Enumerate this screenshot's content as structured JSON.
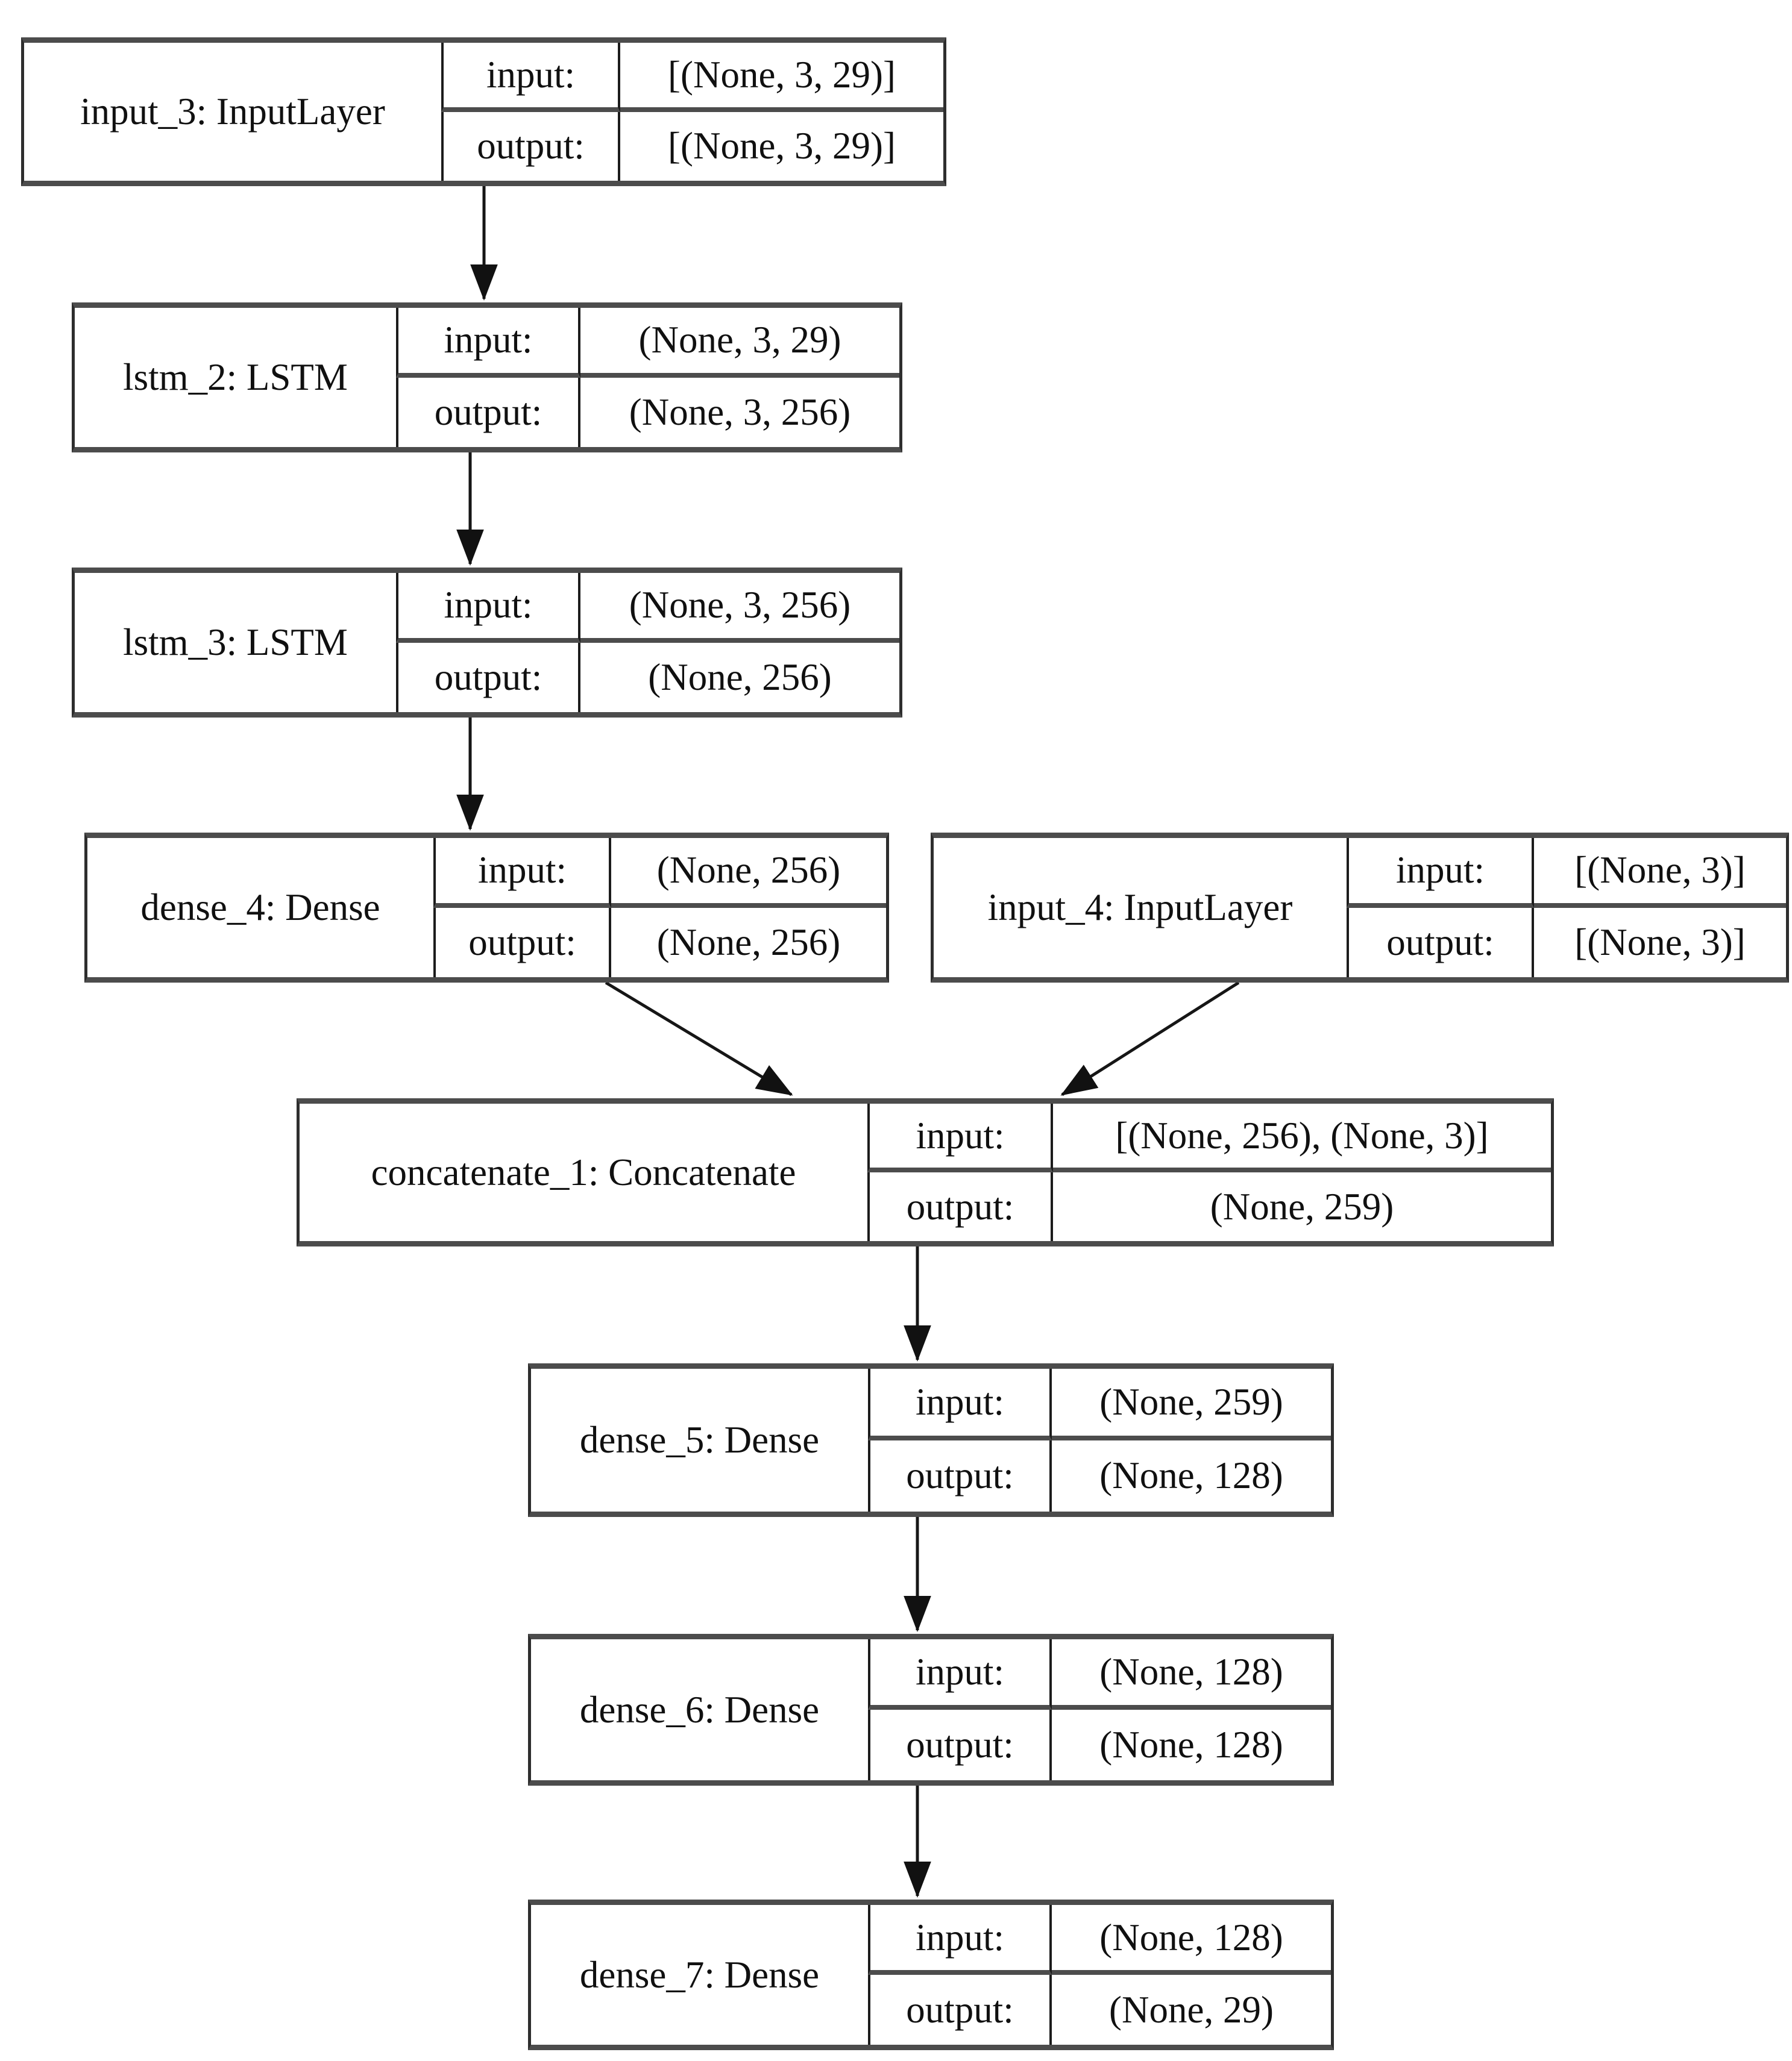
{
  "diagram": {
    "title": "Keras model architecture graph",
    "background_color": "#ffffff",
    "line_color": "#161616",
    "labels": {
      "input": "input:",
      "output": "output:"
    },
    "nodes": [
      {
        "id": "input_3",
        "name": "input_3: InputLayer",
        "input": "[(None, 3, 29)]",
        "output": "[(None, 3, 29)]"
      },
      {
        "id": "lstm_2",
        "name": "lstm_2: LSTM",
        "input": "(None, 3, 29)",
        "output": "(None, 3, 256)"
      },
      {
        "id": "lstm_3",
        "name": "lstm_3: LSTM",
        "input": "(None, 3, 256)",
        "output": "(None, 256)"
      },
      {
        "id": "dense_4",
        "name": "dense_4: Dense",
        "input": "(None, 256)",
        "output": "(None, 256)"
      },
      {
        "id": "input_4",
        "name": "input_4: InputLayer",
        "input": "[(None, 3)]",
        "output": "[(None, 3)]"
      },
      {
        "id": "concatenate_1",
        "name": "concatenate_1: Concatenate",
        "input": "[(None, 256), (None, 3)]",
        "output": "(None, 259)"
      },
      {
        "id": "dense_5",
        "name": "dense_5: Dense",
        "input": "(None, 259)",
        "output": "(None, 128)"
      },
      {
        "id": "dense_6",
        "name": "dense_6: Dense",
        "input": "(None, 128)",
        "output": "(None, 128)"
      },
      {
        "id": "dense_7",
        "name": "dense_7: Dense",
        "input": "(None, 128)",
        "output": "(None, 29)"
      }
    ],
    "edges": [
      {
        "from": "input_3",
        "to": "lstm_2"
      },
      {
        "from": "lstm_2",
        "to": "lstm_3"
      },
      {
        "from": "lstm_3",
        "to": "dense_4"
      },
      {
        "from": "dense_4",
        "to": "concatenate_1"
      },
      {
        "from": "input_4",
        "to": "concatenate_1"
      },
      {
        "from": "concatenate_1",
        "to": "dense_5"
      },
      {
        "from": "dense_5",
        "to": "dense_6"
      },
      {
        "from": "dense_6",
        "to": "dense_7"
      }
    ]
  }
}
